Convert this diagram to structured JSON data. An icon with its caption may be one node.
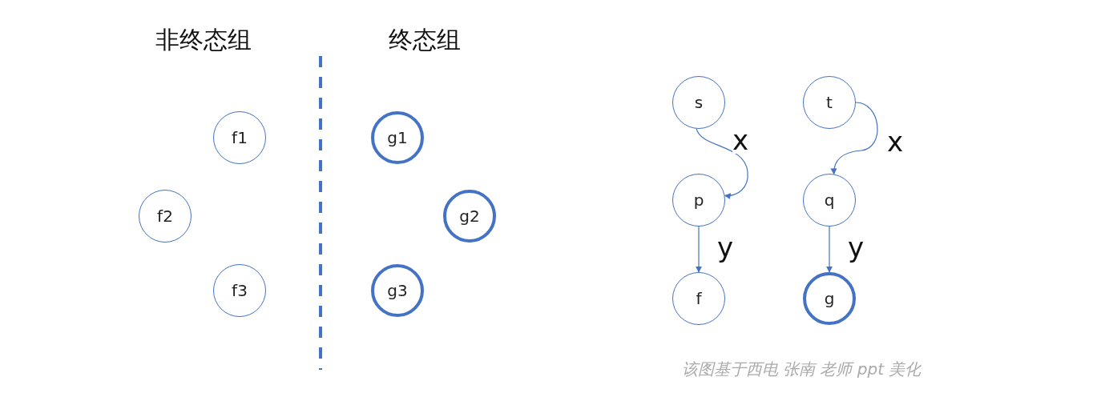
{
  "diagram": {
    "nodes": [
      {
        "text": [
          "f1"
        ]
      },
      {
        "text": [
          "f2"
        ]
      },
      {
        "text": [
          "f3"
        ]
      },
      {
        "text": [
          "g1"
        ]
      },
      {
        "text": [
          "g2"
        ]
      },
      {
        "text": [
          "g3"
        ]
      },
      {
        "text": [
          "s"
        ]
      },
      {
        "text": [
          "t"
        ]
      },
      {
        "text": [
          "p"
        ]
      },
      {
        "text": [
          "q"
        ]
      },
      {
        "text": [
          "f"
        ]
      },
      {
        "text": [
          "g"
        ]
      }
    ],
    "edges": [
      {
        "from": 6,
        "to": 8,
        "arrow": "to",
        "label": "x"
      },
      {
        "from": 7,
        "to": 9,
        "arrow": "to",
        "label": "x"
      },
      {
        "from": 8,
        "to": 10,
        "arrow": "to",
        "label": "y"
      },
      {
        "from": 9,
        "to": 11,
        "arrow": "to",
        "label": "y"
      }
    ],
    "labels": [
      "非终态组",
      "终态组",
      "该图基于西电 张南 老师 ppt 美化"
    ]
  }
}
